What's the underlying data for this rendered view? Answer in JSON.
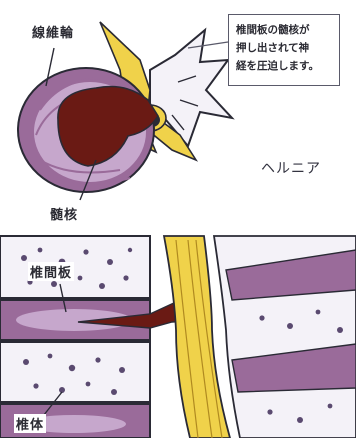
{
  "top_figure": {
    "label_annulus": "線維輪",
    "label_nucleus": "髄核",
    "callout_lines": [
      "椎間板の髄核が",
      "押し出されて神",
      "経を圧迫します。"
    ],
    "side_caption": "ヘルニア"
  },
  "bottom_figure": {
    "label_disc": "椎間板",
    "label_vertebral_body": "椎体"
  },
  "colors": {
    "disc_outer": "#9a6b9a",
    "disc_inner": "#c6a7cc",
    "nucleus": "#6a1a14",
    "nerve": "#f0d24a",
    "vertebra": "#f4f2f8",
    "outline": "#2a2a35"
  }
}
